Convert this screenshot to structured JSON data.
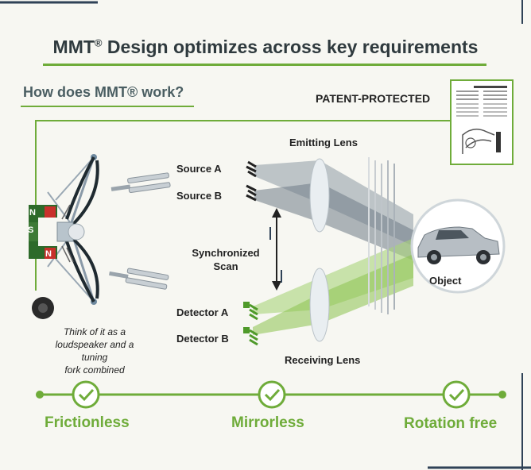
{
  "title": {
    "main": "MMT",
    "mark": "®",
    "rest": " Design optimizes across key requirements"
  },
  "subtitle": "How does MMT® work?",
  "patent_label": "PATENT-PROTECTED",
  "labels": {
    "emitting_lens": "Emitting Lens",
    "source_a": "Source A",
    "source_b": "Source B",
    "sync_scan_line1": "Synchronized",
    "sync_scan_line2": "Scan",
    "detector_a": "Detector A",
    "detector_b": "Detector B",
    "receiving_lens": "Receiving Lens",
    "object": "Object",
    "magnet_n1": "N",
    "magnet_s": "S",
    "magnet_n2": "N"
  },
  "caption": {
    "line1": "Think of it as a",
    "line2": "loudspeaker and a tuning",
    "line3": "fork combined"
  },
  "features": [
    "Frictionless",
    "Mirrorless",
    "Rotation free"
  ],
  "colors": {
    "accent": "#6fac3a",
    "navy": "#2f4257",
    "text": "#2f3a3e"
  }
}
